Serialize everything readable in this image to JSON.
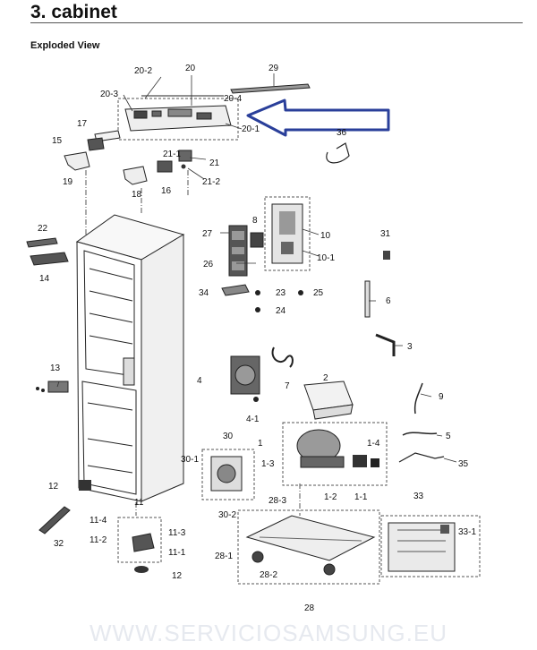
{
  "header": {
    "section": "3.  cabinet",
    "view": "Exploded View"
  },
  "watermark": "WWW.SERVICIOSAMSUNG.EU",
  "colors": {
    "arrow": "#2a3f9a",
    "line": "#222222",
    "dash": "#555555"
  },
  "labels": [
    "20-2",
    "20",
    "29",
    "20-3",
    "20-4",
    "20-1",
    "17",
    "15",
    "36",
    "21-1",
    "21",
    "19",
    "18",
    "16",
    "21-2",
    "22",
    "27",
    "8",
    "10",
    "31",
    "26",
    "10-1",
    "14",
    "34",
    "23",
    "25",
    "6",
    "24",
    "3",
    "13",
    "4",
    "7",
    "2",
    "9",
    "4-1",
    "30",
    "1",
    "1-4",
    "5",
    "30-1",
    "1-3",
    "35",
    "12",
    "30-2",
    "1-2",
    "1-1",
    "33",
    "11",
    "28-3",
    "11-4",
    "11-3",
    "33-1",
    "32",
    "11-2",
    "11-1",
    "28-1",
    "28-2",
    "12",
    "28"
  ]
}
